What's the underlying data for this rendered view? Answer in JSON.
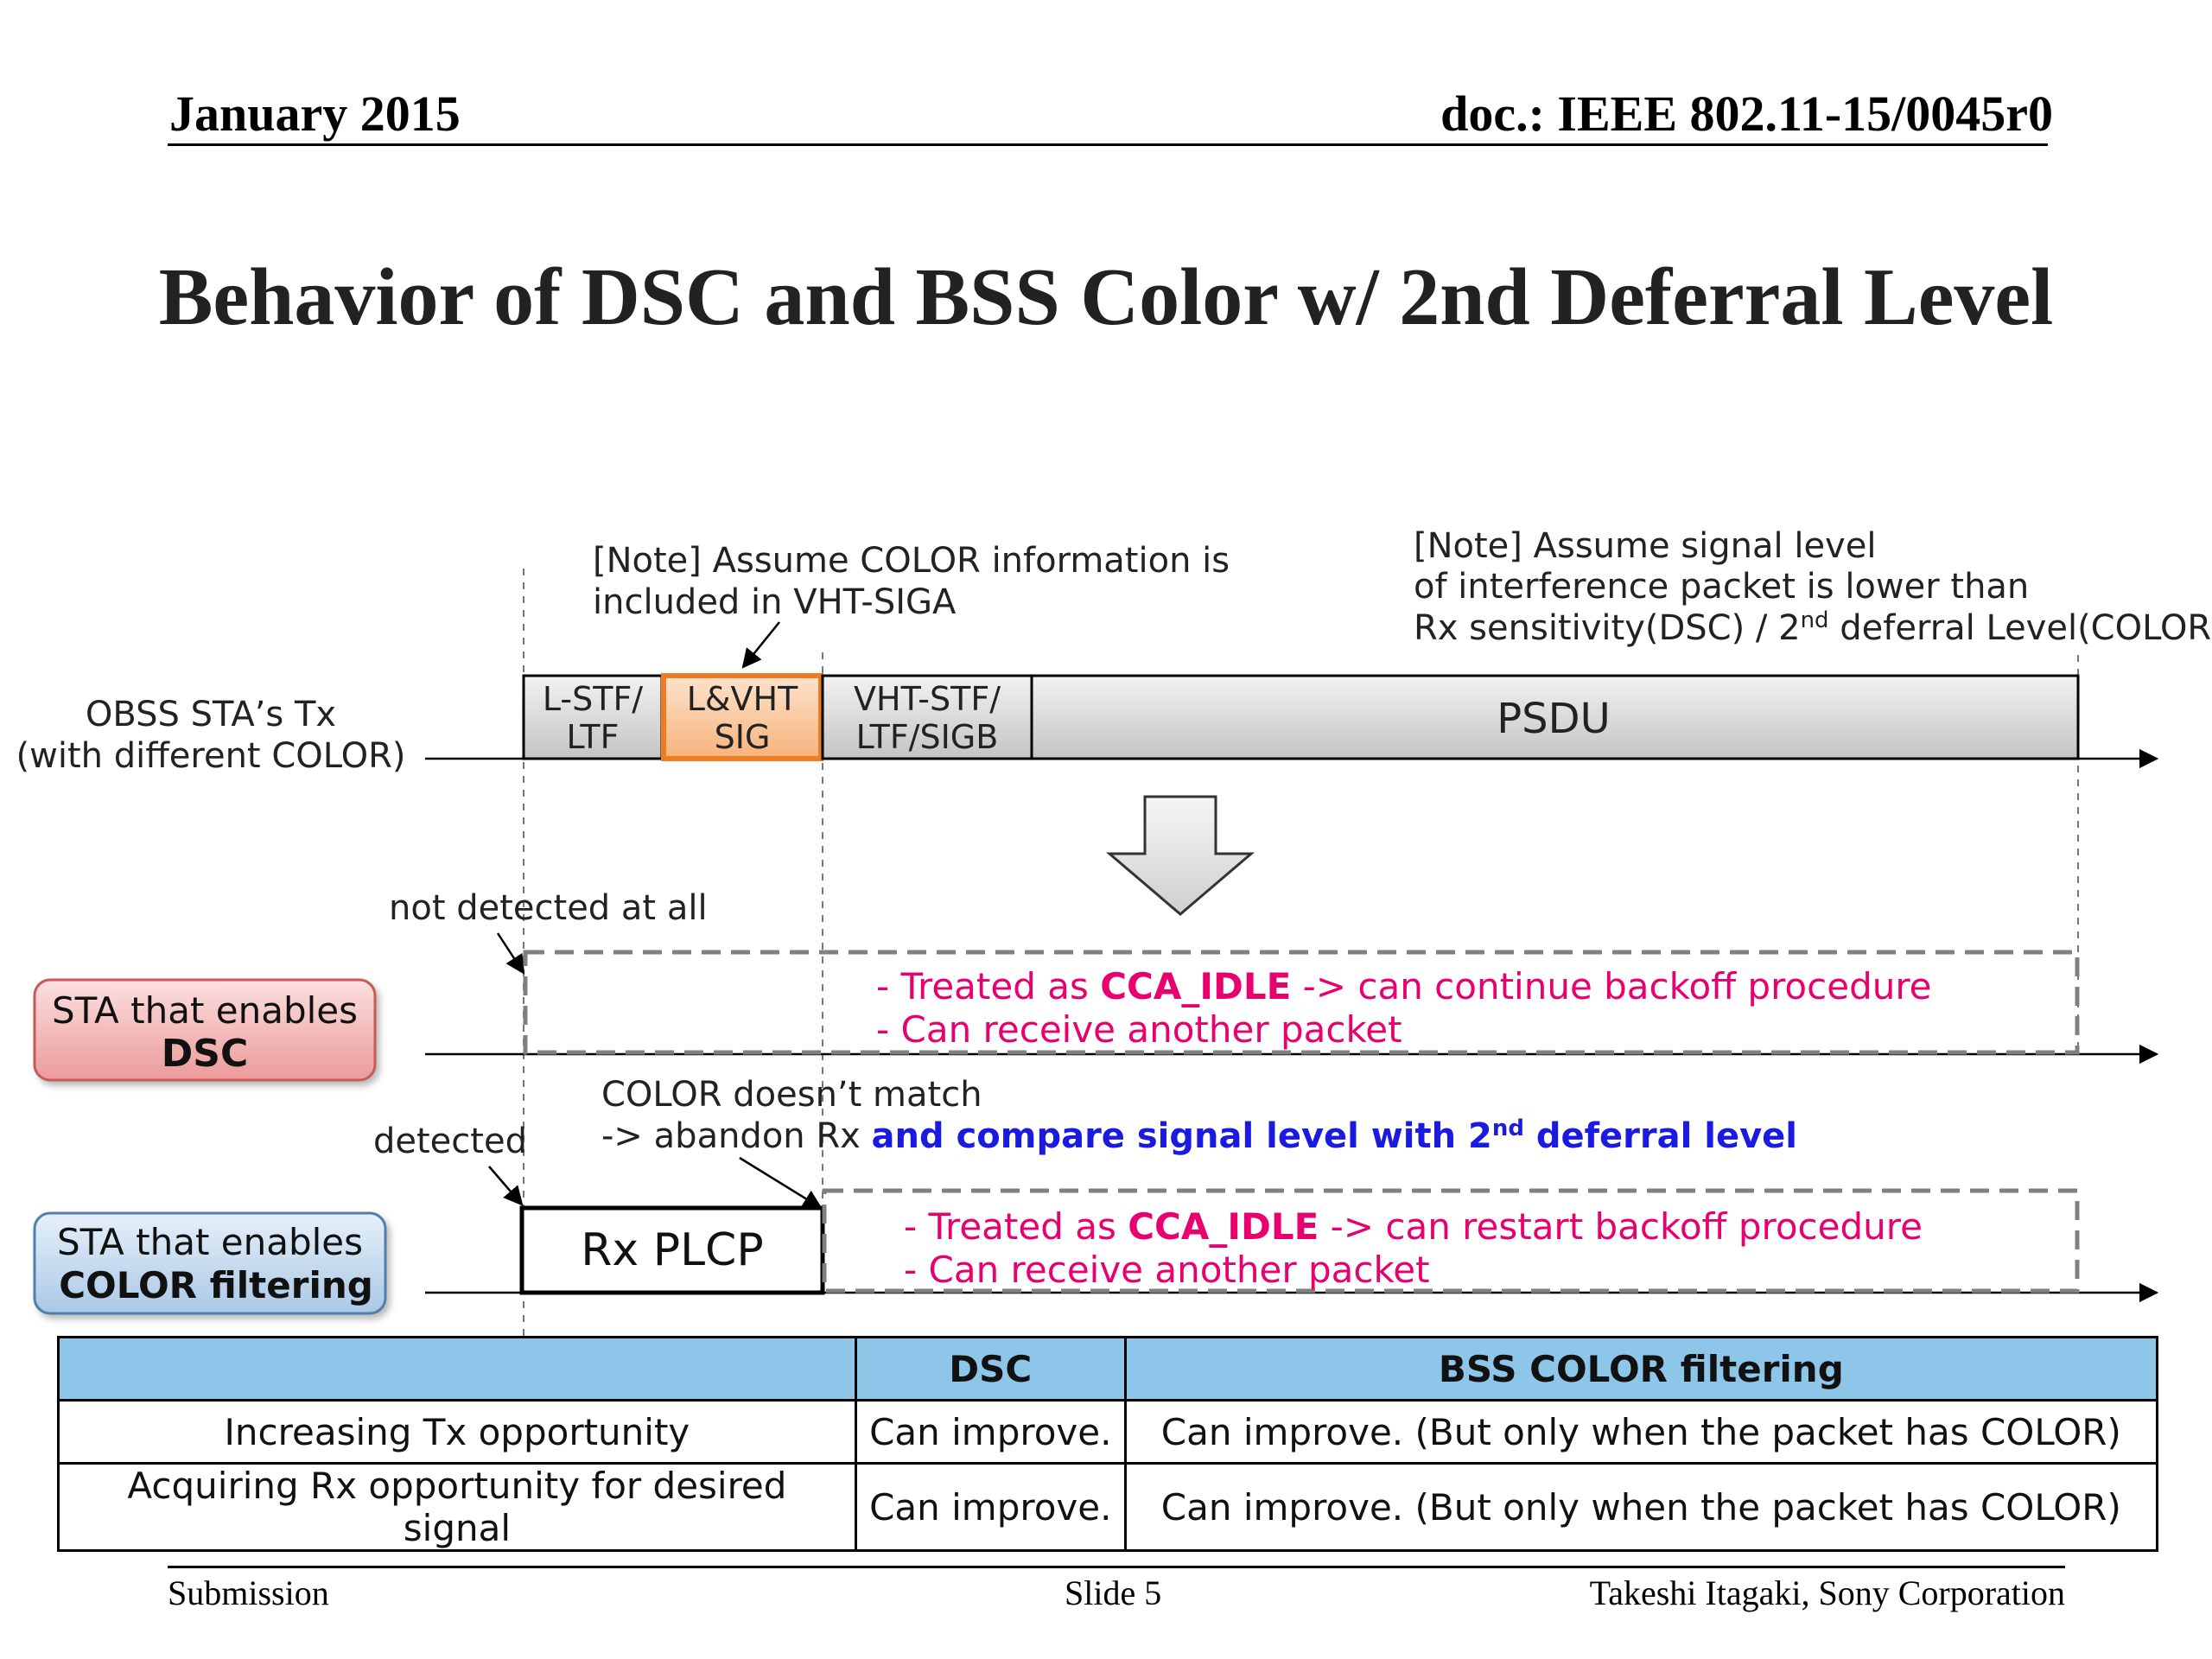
{
  "header": {
    "date": "January 2015",
    "doc_id": "doc.: IEEE 802.11-15/0045r0"
  },
  "title": "Behavior of DSC and BSS Color w/ 2nd Deferral Level",
  "diagram": {
    "note_color": [
      "[Note] Assume COLOR information is",
      "included in VHT-SIGA"
    ],
    "note_signal": {
      "line1": "[Note] Assume signal level",
      "line2": " of interference packet is lower than",
      "line3_pre": "Rx sensitivity(DSC) / 2",
      "line3_sup": "nd",
      "line3_post": " deferral Level(COLOR)"
    },
    "obss_label": [
      "OBSS STA’s Tx",
      "(with different COLOR)"
    ],
    "fields": {
      "lstf": [
        "L-STF/",
        "LTF"
      ],
      "lvht": [
        "L&VHT",
        "SIG"
      ],
      "vhtstf": [
        "VHT-STF/",
        "LTF/SIGB"
      ],
      "psdu": "PSDU"
    },
    "not_detected": "not detected at all",
    "dsc_box": {
      "line1": "STA that enables",
      "line2": "DSC"
    },
    "dsc_text": {
      "l1_pre": "- Treated as ",
      "l1_bold": "CCA_IDLE",
      "l1_post": " -> can continue backoff procedure",
      "l2": "- Can receive another packet"
    },
    "color_mismatch": {
      "line1": "COLOR doesn’t match",
      "line2_pre": " -> abandon Rx ",
      "line2_blue": "and compare signal level with 2",
      "line2_sup": "nd",
      "line2_blue2": " deferral level"
    },
    "detected": "detected",
    "rx_plcp": "Rx PLCP",
    "color_box": {
      "line1": "STA that enables",
      "line2": "COLOR filtering"
    },
    "color_text": {
      "l1_pre": "- Treated as ",
      "l1_bold": "CCA_IDLE",
      "l1_post": " -> can restart backoff procedure",
      "l2": "- Can receive another packet"
    },
    "colors": {
      "pink": "#e8006e",
      "blue": "#1a1ae0",
      "orange": "#ee7d22",
      "dsc_box_fill": "#f0a8a8",
      "color_box_fill": "#b8d4ea"
    }
  },
  "table": {
    "headers": [
      "",
      "DSC",
      "BSS COLOR filtering"
    ],
    "rows": [
      [
        "Increasing Tx opportunity",
        "Can improve.",
        "Can improve. (But only when the packet has COLOR)"
      ],
      [
        "Acquiring Rx opportunity for desired signal",
        "Can improve.",
        "Can improve. (But only when the packet has COLOR)"
      ]
    ]
  },
  "footer": {
    "left": "Submission",
    "center": "Slide 5",
    "right": "Takeshi Itagaki, Sony Corporation"
  }
}
